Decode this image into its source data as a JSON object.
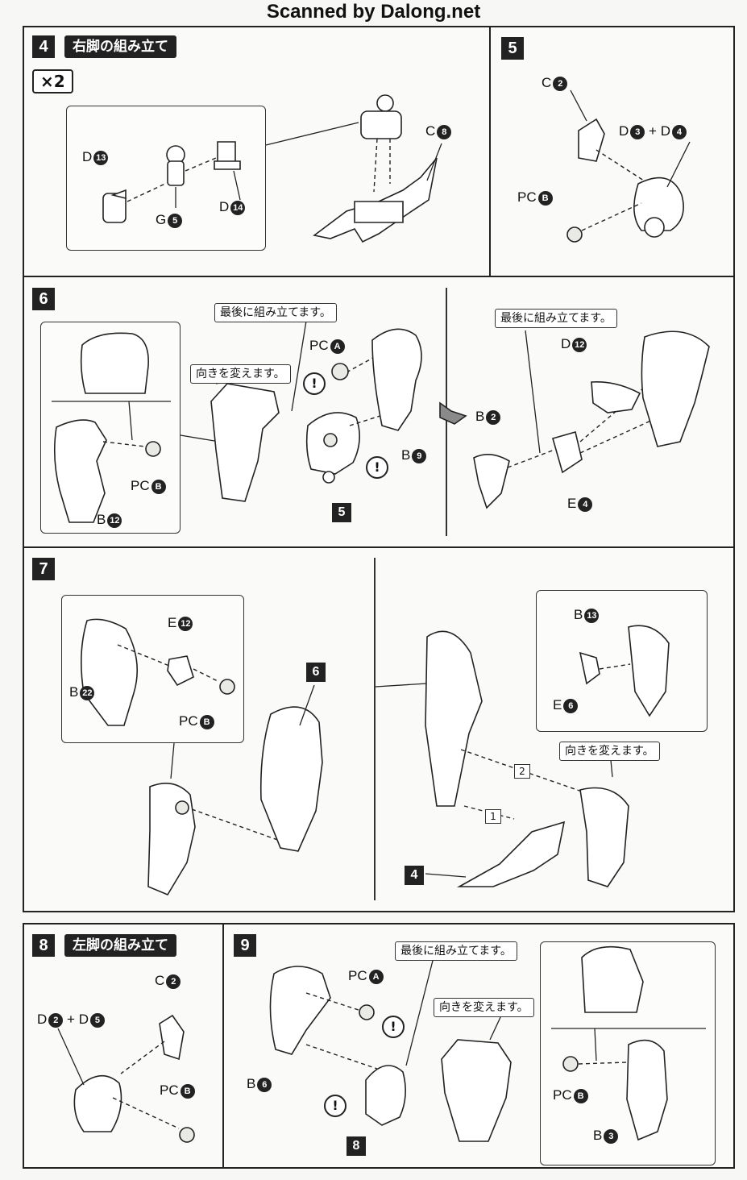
{
  "header": {
    "title": "Scanned by Dalong.net"
  },
  "step4": {
    "num": "4",
    "title": "右脚の組み立て",
    "qty": "×2",
    "labels": {
      "d13": "D",
      "d13n": "13",
      "g5": "G",
      "g5n": "5",
      "d14": "D",
      "d14n": "14",
      "c8": "C",
      "c8n": "8"
    }
  },
  "step5": {
    "num": "5",
    "labels": {
      "c2": "C",
      "c2n": "2",
      "d3d4": "D",
      "d3n": "3",
      "plus": "+",
      "d4": "D",
      "d4n": "4",
      "pcb": "PC",
      "pcbn": "B"
    }
  },
  "step6": {
    "num": "6",
    "note_last": "最後に組み立てます。",
    "note_turn": "向きを変えます。",
    "note_last2": "最後に組み立てます。",
    "ref5": "5",
    "warn": "!",
    "labels": {
      "pca": "PC",
      "pcan": "A",
      "b9": "B",
      "b9n": "9",
      "pcb": "PC",
      "pcbn": "B",
      "b12": "B",
      "b12n": "12",
      "d12": "D",
      "d12n": "12",
      "b2": "B",
      "b2n": "2",
      "e4": "E",
      "e4n": "4"
    }
  },
  "step7": {
    "num": "7",
    "ref6": "6",
    "ref4": "4",
    "note_turn": "向きを変えます。",
    "seq1": "1",
    "seq2": "2",
    "labels": {
      "e12": "E",
      "e12n": "12",
      "b22": "B",
      "b22n": "22",
      "pcb": "PC",
      "pcbn": "B",
      "b13": "B",
      "b13n": "13",
      "e6": "E",
      "e6n": "6"
    }
  },
  "step8": {
    "num": "8",
    "title": "左脚の組み立て",
    "labels": {
      "c2": "C",
      "c2n": "2",
      "d2": "D",
      "d2n": "2",
      "plus": "+",
      "d5": "D",
      "d5n": "5",
      "pcb": "PC",
      "pcbn": "B"
    }
  },
  "step9": {
    "num": "9",
    "note_last": "最後に組み立てます。",
    "note_turn": "向きを変えます。",
    "ref8": "8",
    "warn": "!",
    "labels": {
      "pca": "PC",
      "pcan": "A",
      "b6": "B",
      "b6n": "6",
      "pcb": "PC",
      "pcbn": "B",
      "b3": "B",
      "b3n": "3"
    }
  }
}
